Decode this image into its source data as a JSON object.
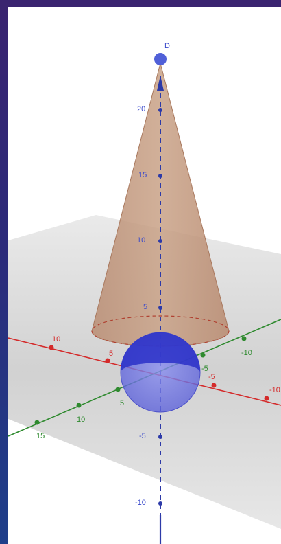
{
  "scene": {
    "point_label": "D",
    "z_axis_ticks": [
      "20",
      "15",
      "10",
      "5",
      "-5",
      "-10"
    ],
    "x_axis_ticks": [
      "10",
      "5",
      "-5",
      "-10"
    ],
    "y_axis_ticks": [
      "15",
      "10",
      "5",
      "-5",
      "-10"
    ],
    "colors": {
      "cone": "#c39a7f",
      "sphere": "#3a3fd8",
      "point": "#5060d8",
      "z_axis": "#2d3aa8",
      "x_axis": "#d42a2a",
      "y_axis": "#2f8a2f",
      "plane": "#c8c8c8"
    }
  }
}
